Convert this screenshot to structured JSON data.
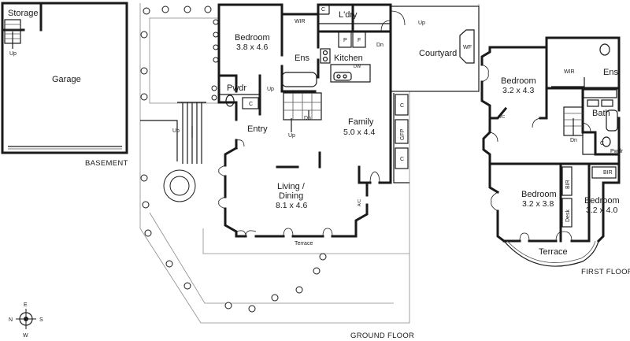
{
  "sections": {
    "basement": "BASEMENT",
    "ground": "GROUND FLOOR",
    "first": "FIRST FLOOR"
  },
  "rooms": {
    "storage": "Storage",
    "garage": "Garage",
    "bedroom_ground": {
      "name": "Bedroom",
      "size": "3.8 x 4.6"
    },
    "wir_ground": "WIR",
    "c_laundry": "C",
    "laundry": "L'dry",
    "ens_ground": "Ens",
    "pantry": "P",
    "fridge": "F",
    "kitchen": "Kitchen",
    "dw": "DW",
    "courtyard": "Courtyard",
    "wf": "WF",
    "pwdr_ground": "Pwdr",
    "c_pwdr_ground": "C",
    "entry": "Entry",
    "family": {
      "name": "Family",
      "size": "5.0 x 4.4"
    },
    "c_family_1": "C",
    "gfp": "GFP",
    "c_family_2": "C",
    "living": {
      "name": "Living /",
      "name2": "Dining",
      "size": "8.1 x 4.6"
    },
    "ac_ground": "A/C",
    "terrace_ground": "Terrace",
    "bedroom_first_1": {
      "name": "Bedroom",
      "size": "3.2 x 4.3"
    },
    "wir_first": "WIR",
    "ens_first": "Ens",
    "ac_first": "A/C",
    "bath": "Bath",
    "c_first": "C",
    "pwdr_first": "Pwdr",
    "bir_1": "BIR",
    "bir_2": "BIR",
    "bedroom_first_2": {
      "name": "Bedroom",
      "size": "3.2 x 3.8"
    },
    "desk": "Desk",
    "bedroom_first_3": {
      "name": "Bedroom",
      "size": "3.2 x 4.0"
    },
    "terrace_first": "Terrace"
  },
  "stairs": {
    "up_basement": "Up",
    "up_ground_1": "Up",
    "up_ground_2": "Up",
    "dn_ground_1": "Dn",
    "dn_ground_2": "Dn",
    "up_ground_3": "Up",
    "up_ground_4": "Up",
    "dn_first": "Dn"
  },
  "compass": {
    "n": "N",
    "e": "E",
    "s": "S",
    "w": "W"
  }
}
